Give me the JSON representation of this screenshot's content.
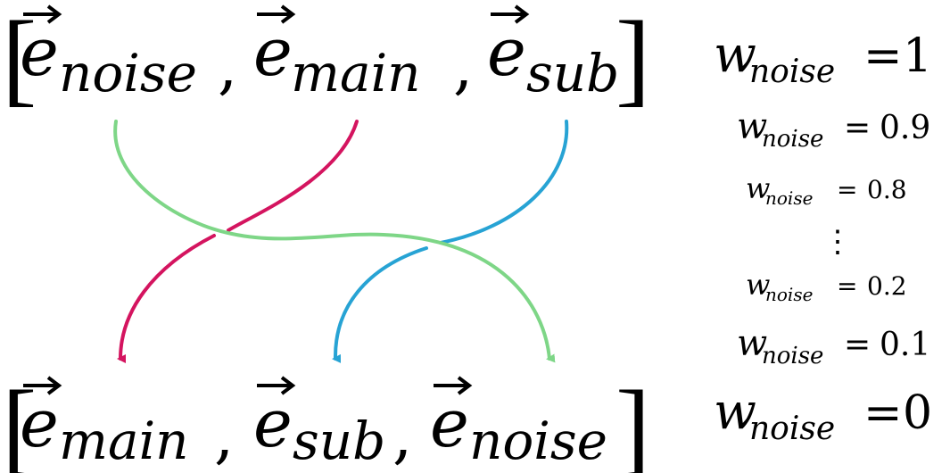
{
  "top_vector": {
    "open": "[",
    "close": "]",
    "separator": ",",
    "base": "e",
    "elements": [
      {
        "sub": "noise",
        "color_key": "noise"
      },
      {
        "sub": "main",
        "color_key": "main"
      },
      {
        "sub": "sub",
        "color_key": "sub"
      }
    ]
  },
  "bottom_vector": {
    "open": "[",
    "close": "]",
    "separator": ",",
    "base": "e",
    "elements": [
      {
        "sub": "main",
        "color_key": "main"
      },
      {
        "sub": "sub",
        "color_key": "sub"
      },
      {
        "sub": "noise",
        "color_key": "noise"
      }
    ]
  },
  "colors": {
    "noise": "#7ed687",
    "main": "#d4145f",
    "sub": "#27a3d4",
    "text": "#000000"
  },
  "weights": {
    "symbol": "w",
    "sub": "noise",
    "equals": "=",
    "ellipsis": "⋮",
    "values": [
      "1",
      "0.9",
      "0.8",
      "0.2",
      "0.1",
      "0"
    ]
  }
}
